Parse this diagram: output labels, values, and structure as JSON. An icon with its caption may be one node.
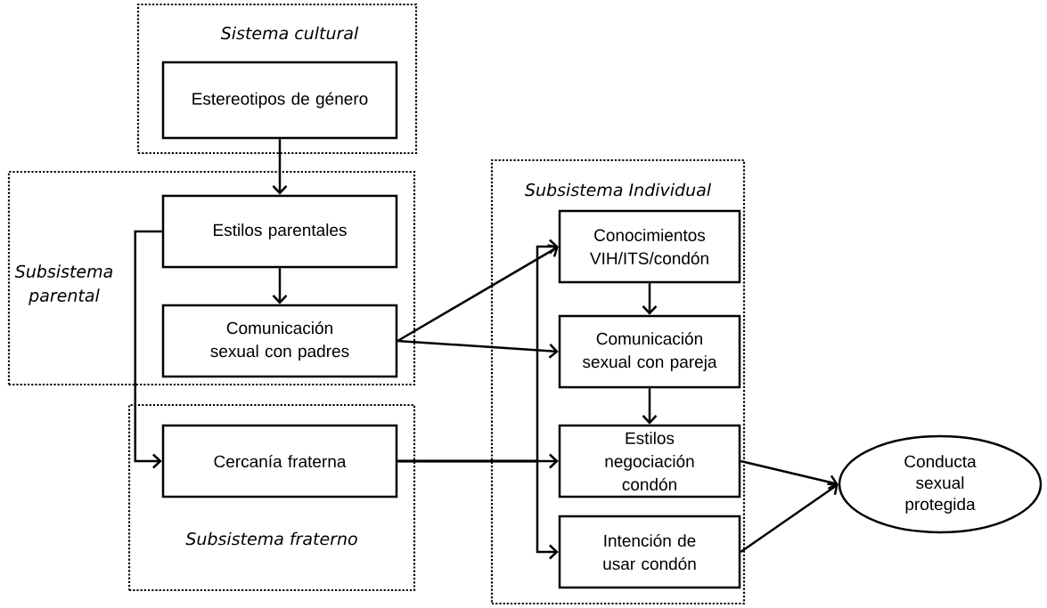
{
  "diagram": {
    "nodes": [
      {
        "text": [
          "Sistema cultural"
        ]
      },
      {
        "text": [
          "Estereotipos de género"
        ],
        "in": 0
      },
      {
        "text": [
          "Subsistema parental"
        ]
      },
      {
        "text": [
          "Estilos parentales"
        ],
        "in": 2
      },
      {
        "text": [
          "Comunicación sexual con padres"
        ],
        "in": 2
      },
      {
        "text": [
          "Subsistema fraterno"
        ]
      },
      {
        "text": [
          "Cercanía fraterna"
        ],
        "in": 5
      },
      {
        "text": [
          "Subsistema Individual"
        ]
      },
      {
        "text": [
          "Conocimientos VIH/ITS/condón"
        ],
        "in": 7
      },
      {
        "text": [
          "Comunicación sexual con pareja"
        ],
        "in": 7
      },
      {
        "text": [
          "Estilos negociación condón"
        ],
        "in": 7
      },
      {
        "text": [
          "Intención de usar condón"
        ],
        "in": 7
      },
      {
        "text": [
          "Conducta sexual protegida"
        ]
      }
    ],
    "edges": [
      {
        "from": 1,
        "to": 3,
        "arrow": "to"
      },
      {
        "from": 3,
        "to": 4,
        "arrow": "to"
      },
      {
        "from": 3,
        "to": 6,
        "arrow": "to"
      },
      {
        "from": 4,
        "to": 8,
        "arrow": "to"
      },
      {
        "from": 4,
        "to": 9,
        "arrow": "to"
      },
      {
        "from": 8,
        "to": 9,
        "arrow": "to"
      },
      {
        "from": 9,
        "to": 10,
        "arrow": "to"
      },
      {
        "from": 6,
        "to": 8,
        "arrow": "to"
      },
      {
        "from": 6,
        "to": 10,
        "arrow": "to"
      },
      {
        "from": 6,
        "to": 11,
        "arrow": "to"
      },
      {
        "from": 10,
        "to": 12,
        "arrow": "to"
      },
      {
        "from": 11,
        "to": 12,
        "arrow": "to"
      }
    ]
  }
}
